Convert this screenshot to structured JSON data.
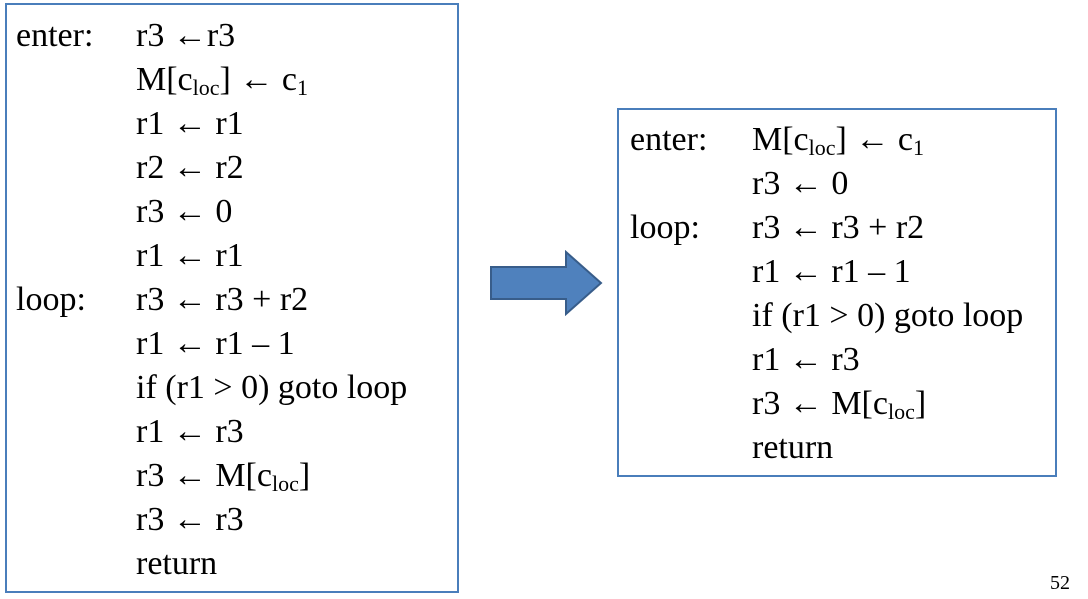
{
  "before": {
    "lines": [
      {
        "label": "enter:",
        "pre": "r3 ←r3",
        "sub": "",
        "post": "",
        "subpost": ""
      },
      {
        "label": "",
        "pre": "M[c",
        "sub": "loc",
        "post": "] ← c",
        "subpost": "1"
      },
      {
        "label": "",
        "pre": "r1 ← r1",
        "sub": "",
        "post": "",
        "subpost": ""
      },
      {
        "label": "",
        "pre": "r2 ← r2",
        "sub": "",
        "post": "",
        "subpost": ""
      },
      {
        "label": "",
        "pre": "r3 ← 0",
        "sub": "",
        "post": "",
        "subpost": ""
      },
      {
        "label": "",
        "pre": "r1 ← r1",
        "sub": "",
        "post": "",
        "subpost": ""
      },
      {
        "label": "loop:",
        "pre": "r3 ← r3 + r2",
        "sub": "",
        "post": "",
        "subpost": ""
      },
      {
        "label": "",
        "pre": "r1 ← r1 – 1",
        "sub": "",
        "post": "",
        "subpost": ""
      },
      {
        "label": "",
        "pre": "if (r1 > 0) goto loop",
        "sub": "",
        "post": "",
        "subpost": ""
      },
      {
        "label": "",
        "pre": "r1 ← r3",
        "sub": "",
        "post": "",
        "subpost": ""
      },
      {
        "label": "",
        "pre": "r3 ← M[c",
        "sub": "loc",
        "post": "]",
        "subpost": ""
      },
      {
        "label": "",
        "pre": "r3 ← r3",
        "sub": "",
        "post": "",
        "subpost": ""
      },
      {
        "label": "",
        "pre": "return",
        "sub": "",
        "post": "",
        "subpost": ""
      }
    ]
  },
  "after": {
    "lines": [
      {
        "label": "enter:",
        "pre": "M[c",
        "sub": "loc",
        "post": "] ← c",
        "subpost": "1"
      },
      {
        "label": "",
        "pre": "r3 ← 0",
        "sub": "",
        "post": "",
        "subpost": ""
      },
      {
        "label": "loop:",
        "pre": "r3 ← r3 + r2",
        "sub": "",
        "post": "",
        "subpost": ""
      },
      {
        "label": "",
        "pre": "r1 ← r1 – 1",
        "sub": "",
        "post": "",
        "subpost": ""
      },
      {
        "label": "",
        "pre": "if (r1 > 0) goto loop",
        "sub": "",
        "post": "",
        "subpost": ""
      },
      {
        "label": "",
        "pre": "r1 ← r3",
        "sub": "",
        "post": "",
        "subpost": ""
      },
      {
        "label": "",
        "pre": "r3 ← M[c",
        "sub": "loc",
        "post": "]",
        "subpost": ""
      },
      {
        "label": "",
        "pre": "return",
        "sub": "",
        "post": "",
        "subpost": ""
      }
    ]
  },
  "arrow": {
    "icon": "right-arrow-icon",
    "fill": "#4f81bd",
    "stroke": "#385d8a"
  },
  "colors": {
    "box_border": "#4a7ebb"
  },
  "page_number": "52"
}
